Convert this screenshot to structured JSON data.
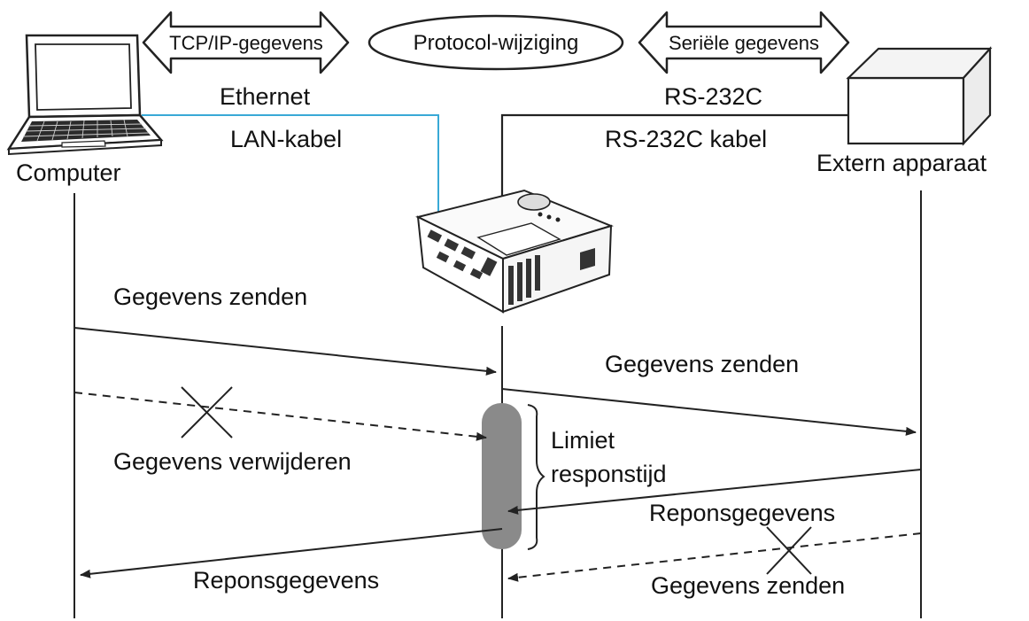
{
  "top_bar": {
    "tcpip_label": "TCP/IP-gegevens",
    "protocol_label": "Protocol-wijziging",
    "serial_label": "Seriële gegevens"
  },
  "connections": {
    "ethernet_label": "Ethernet",
    "lan_cable_label": "LAN-kabel",
    "rs232c_label": "RS-232C",
    "rs232c_cable_label": "RS-232C kabel"
  },
  "devices": {
    "computer_label": "Computer",
    "external_device_label": "Extern apparaat"
  },
  "sequence": {
    "send_data_1": "Gegevens zenden",
    "send_data_2": "Gegevens zenden",
    "discard_data": "Gegevens verwijderen",
    "limit_line1": "Limiet",
    "limit_line2": "responstijd",
    "response_data_1": "Reponsgegevens",
    "response_data_2": "Reponsgegevens",
    "send_data_3": "Gegevens zenden"
  },
  "colors": {
    "lan_cable": "#39a9d6",
    "line": "#222222",
    "timeout_bar": "#8a8a8a"
  }
}
